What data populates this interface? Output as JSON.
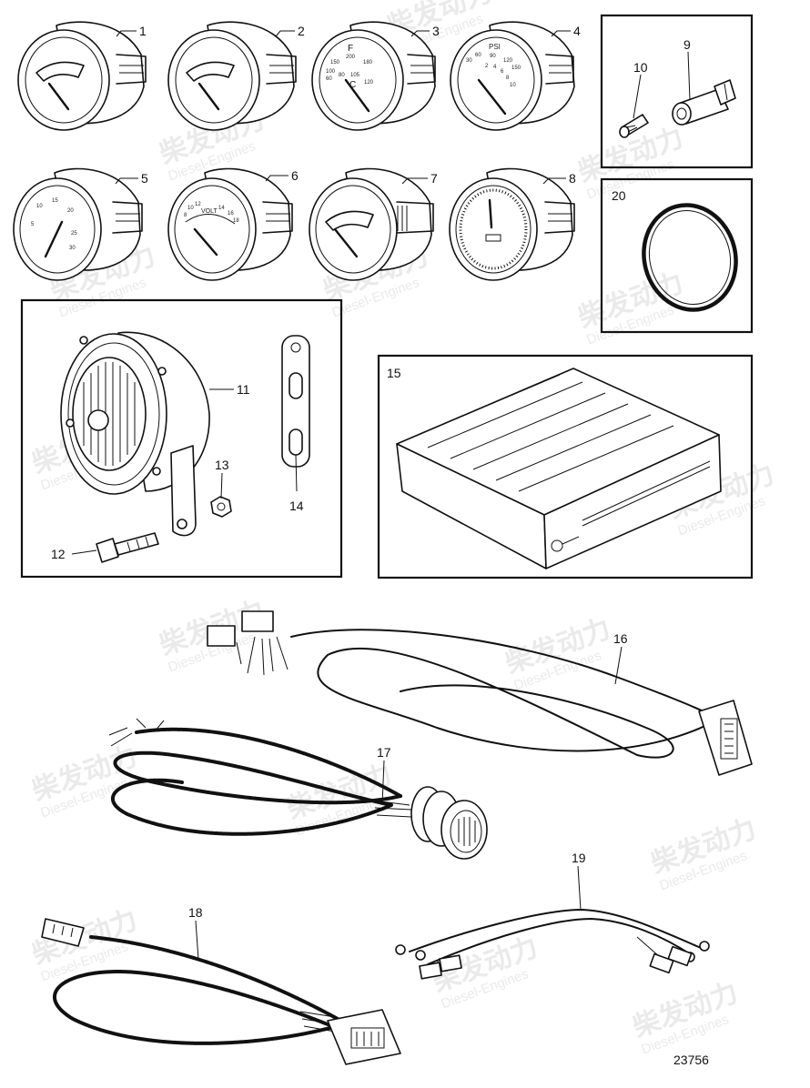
{
  "drawing_number": "23756",
  "watermark": {
    "cn": "柴发动力",
    "en": "Diesel-Engines"
  },
  "gauge_text": {
    "g3_top": "F",
    "g3_bottom": "C",
    "g3_scale": [
      "200",
      "150",
      "180",
      "100",
      "60",
      "80",
      "105",
      "120"
    ],
    "g4_top": "PSI",
    "g4_scale": [
      "60",
      "90",
      "120",
      "150",
      "30",
      "2",
      "4",
      "6",
      "8",
      "10"
    ],
    "g5_scale": [
      "10",
      "15",
      "20",
      "5",
      "25",
      "30"
    ],
    "g6_label": "VOLT",
    "g6_scale": [
      "8",
      "10",
      "12",
      "14",
      "16",
      "18"
    ]
  },
  "callouts": [
    {
      "n": "1"
    },
    {
      "n": "2"
    },
    {
      "n": "3"
    },
    {
      "n": "4"
    },
    {
      "n": "5"
    },
    {
      "n": "6"
    },
    {
      "n": "7"
    },
    {
      "n": "8"
    },
    {
      "n": "9"
    },
    {
      "n": "10"
    },
    {
      "n": "11"
    },
    {
      "n": "12"
    },
    {
      "n": "13"
    },
    {
      "n": "14"
    },
    {
      "n": "15"
    },
    {
      "n": "16"
    },
    {
      "n": "17"
    },
    {
      "n": "18"
    },
    {
      "n": "19"
    },
    {
      "n": "20"
    }
  ]
}
